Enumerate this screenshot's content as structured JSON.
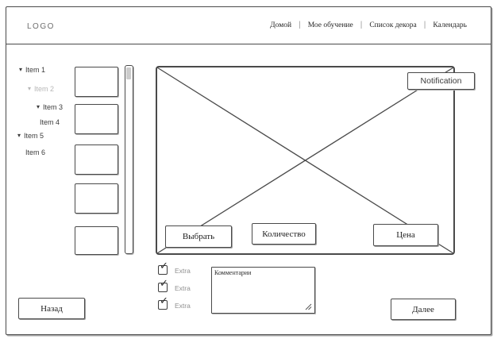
{
  "topbar": {
    "logo": "LOGO",
    "nav": [
      {
        "label": "Домой"
      },
      {
        "label": "Мое обучение"
      },
      {
        "label": "Список декора"
      },
      {
        "label": "Календарь"
      }
    ]
  },
  "sidebar": {
    "tree": [
      {
        "label": "Item 1",
        "expanded": true,
        "muted": false
      },
      {
        "label": "Item 2",
        "expanded": true,
        "muted": true
      },
      {
        "label": "Item 3",
        "expanded": true,
        "muted": false
      },
      {
        "label": "Item 4",
        "expanded": false,
        "muted": false
      },
      {
        "label": "Item 5",
        "expanded": true,
        "muted": false
      },
      {
        "label": "Item 6",
        "expanded": false,
        "muted": false
      }
    ],
    "thumbnail_count": 5
  },
  "main": {
    "notification_label": "Notification",
    "image_placeholder": "crossed-box",
    "buttons": [
      {
        "label": "Выбрать"
      },
      {
        "label": "Количество"
      },
      {
        "label": "Цена"
      }
    ]
  },
  "extras": {
    "checkboxes": [
      {
        "label": "Extra",
        "checked": true
      },
      {
        "label": "Extra",
        "checked": true
      },
      {
        "label": "Extra",
        "checked": true
      }
    ],
    "comments_label": "Комментарии",
    "comments_value": ""
  },
  "footer": {
    "back_label": "Назад",
    "next_label": "Далее"
  },
  "colors": {
    "line": "#4a4a4a",
    "muted_text": "#b6b6b6",
    "extra_label": "#8f8f8f",
    "scroll_thumb": "#cccccc"
  }
}
